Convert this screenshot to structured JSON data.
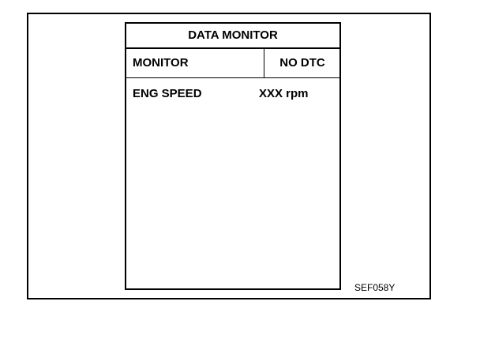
{
  "screen": {
    "title": "DATA MONITOR",
    "mode_label": "MONITOR",
    "dtc_status": "NO DTC",
    "rows": [
      {
        "item": "ENG SPEED",
        "value": "XXX rpm"
      }
    ]
  },
  "figure_code": "SEF058Y"
}
